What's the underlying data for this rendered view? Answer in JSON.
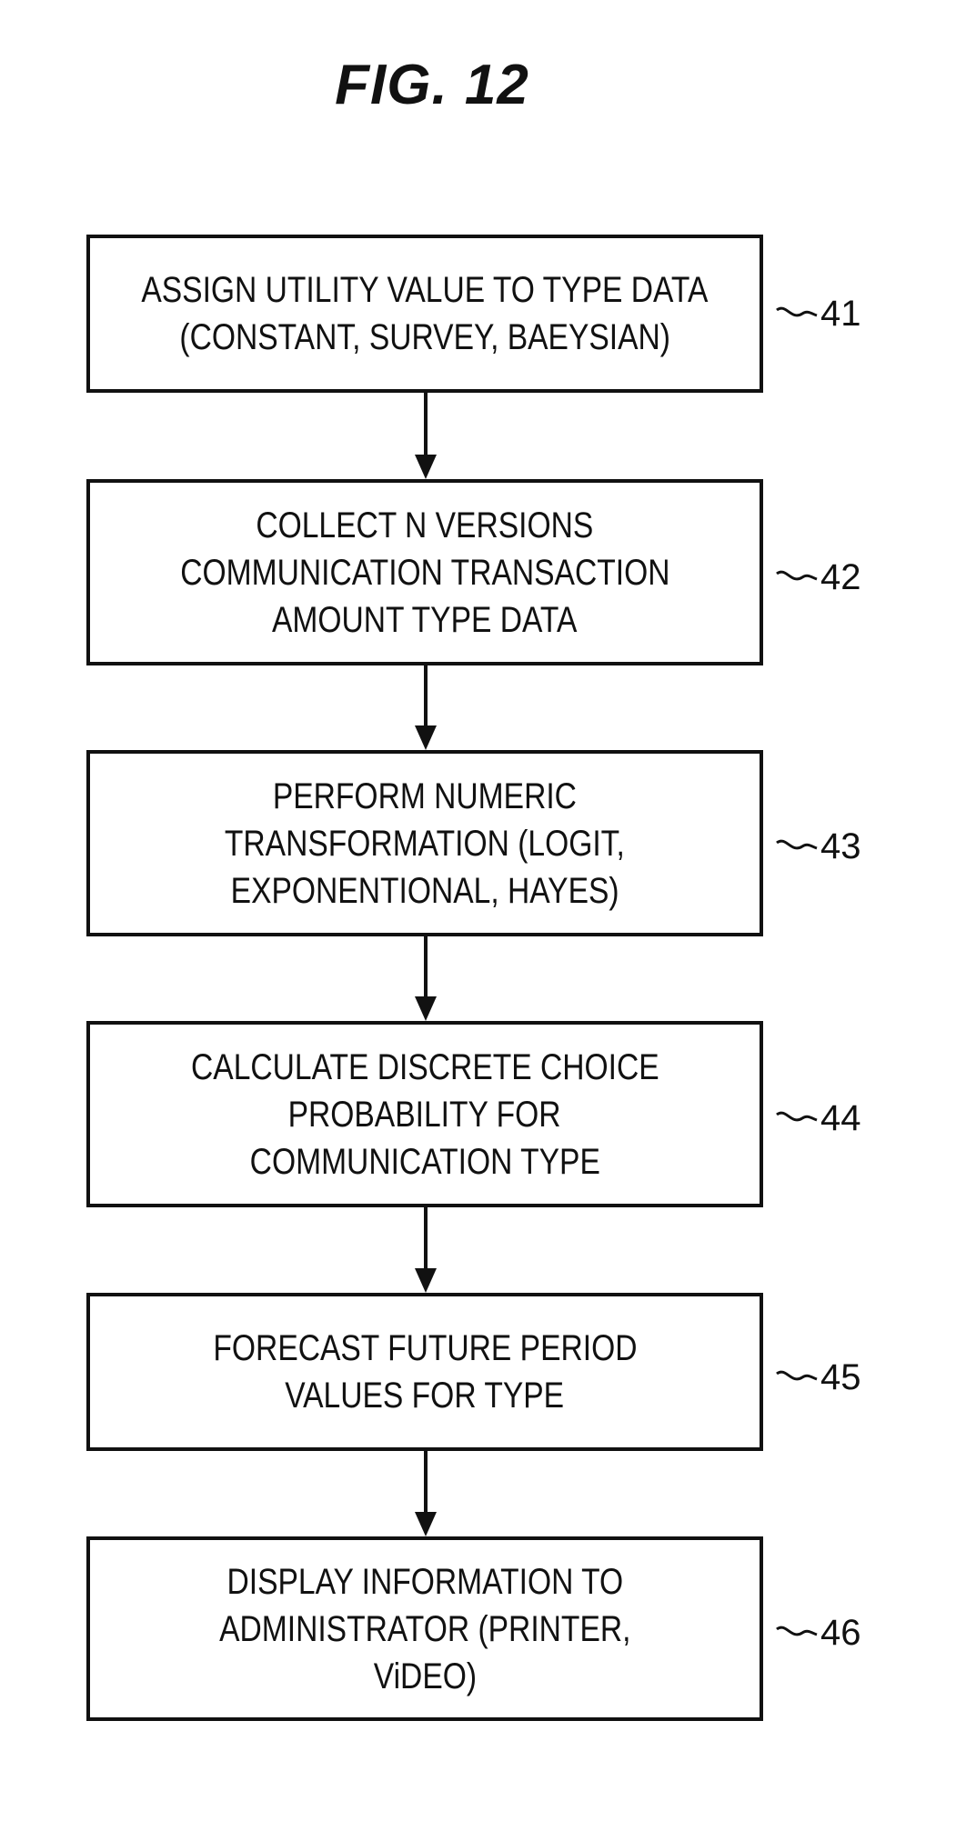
{
  "figure": {
    "title": "FIG. 12"
  },
  "steps": [
    {
      "ref": "41",
      "lines": [
        "ASSIGN UTILITY VALUE TO TYPE DATA",
        "(CONSTANT, SURVEY, BAEYSIAN)"
      ]
    },
    {
      "ref": "42",
      "lines": [
        "COLLECT N VERSIONS",
        "COMMUNICATION TRANSACTION",
        "AMOUNT TYPE DATA"
      ]
    },
    {
      "ref": "43",
      "lines": [
        "PERFORM NUMERIC",
        "TRANSFORMATION (LOGIT,",
        "EXPONENTIONAL, HAYES)"
      ]
    },
    {
      "ref": "44",
      "lines": [
        "CALCULATE DISCRETE CHOICE",
        "PROBABILITY FOR",
        "COMMUNICATION TYPE"
      ]
    },
    {
      "ref": "45",
      "lines": [
        "FORECAST FUTURE PERIOD",
        "VALUES FOR TYPE"
      ]
    },
    {
      "ref": "46",
      "lines": [
        "DISPLAY INFORMATION TO",
        "ADMINISTRATOR (PRINTER,",
        "ViDEO)"
      ]
    }
  ]
}
